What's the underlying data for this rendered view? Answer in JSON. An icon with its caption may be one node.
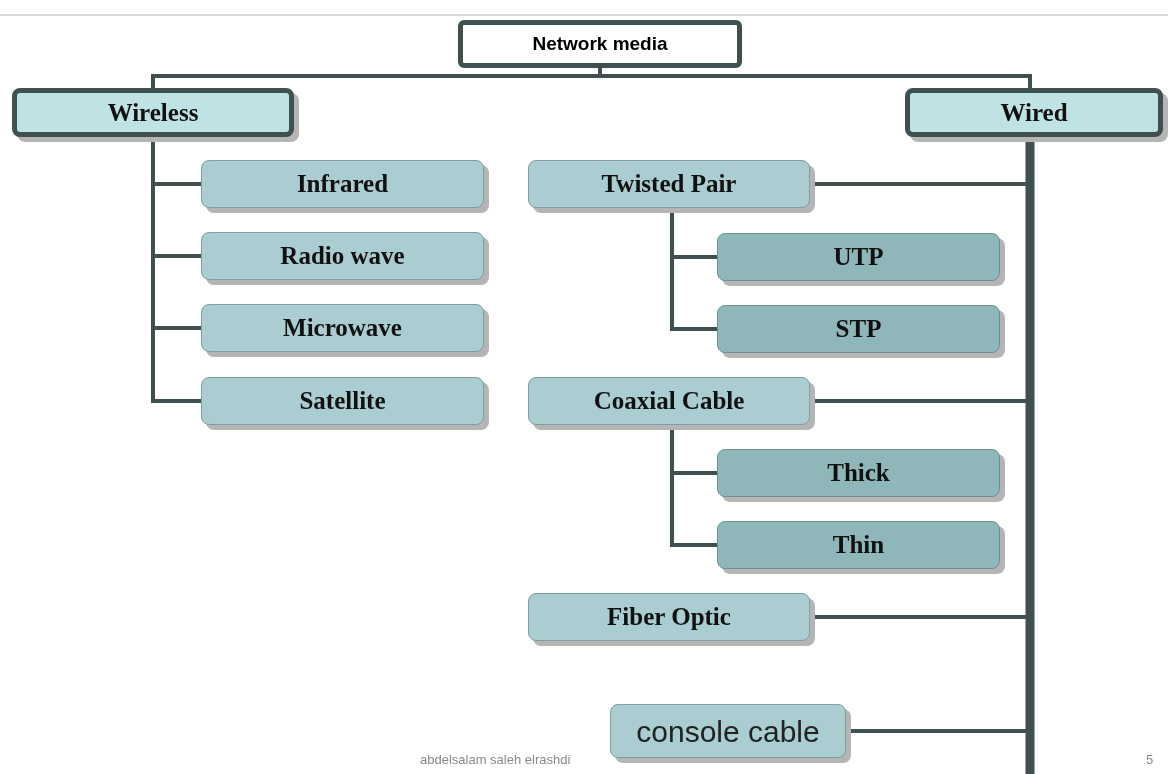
{
  "diagram": {
    "nodes": [
      {
        "text": [
          "Network media"
        ]
      },
      {
        "text": [
          "Wireless"
        ]
      },
      {
        "text": [
          "Wired"
        ]
      },
      {
        "text": [
          "Infrared"
        ]
      },
      {
        "text": [
          "Radio wave"
        ]
      },
      {
        "text": [
          "Microwave"
        ]
      },
      {
        "text": [
          "Satellite"
        ]
      },
      {
        "text": [
          "Twisted Pair"
        ]
      },
      {
        "text": [
          "UTP"
        ]
      },
      {
        "text": [
          "STP"
        ]
      },
      {
        "text": [
          "Coaxial Cable"
        ]
      },
      {
        "text": [
          "Thick"
        ]
      },
      {
        "text": [
          "Thin"
        ]
      },
      {
        "text": [
          "Fiber Optic"
        ]
      },
      {
        "text": [
          "console cable"
        ]
      }
    ],
    "edges": [
      {
        "from": 0,
        "to": 1,
        "arrow": "none"
      },
      {
        "from": 0,
        "to": 2,
        "arrow": "none"
      },
      {
        "from": 1,
        "to": 3,
        "arrow": "none"
      },
      {
        "from": 1,
        "to": 4,
        "arrow": "none"
      },
      {
        "from": 1,
        "to": 5,
        "arrow": "none"
      },
      {
        "from": 1,
        "to": 6,
        "arrow": "none"
      },
      {
        "from": 7,
        "to": 8,
        "arrow": "none"
      },
      {
        "from": 7,
        "to": 9,
        "arrow": "none"
      },
      {
        "from": 10,
        "to": 11,
        "arrow": "none"
      },
      {
        "from": 10,
        "to": 12,
        "arrow": "none"
      },
      {
        "from": 2,
        "to": 7,
        "arrow": "none"
      },
      {
        "from": 2,
        "to": 10,
        "arrow": "none"
      },
      {
        "from": 2,
        "to": 13,
        "arrow": "none"
      },
      {
        "from": 2,
        "to": 14,
        "arrow": "none"
      }
    ],
    "labels": [
      "abdelsalam saleh elrashdi",
      "5"
    ]
  }
}
